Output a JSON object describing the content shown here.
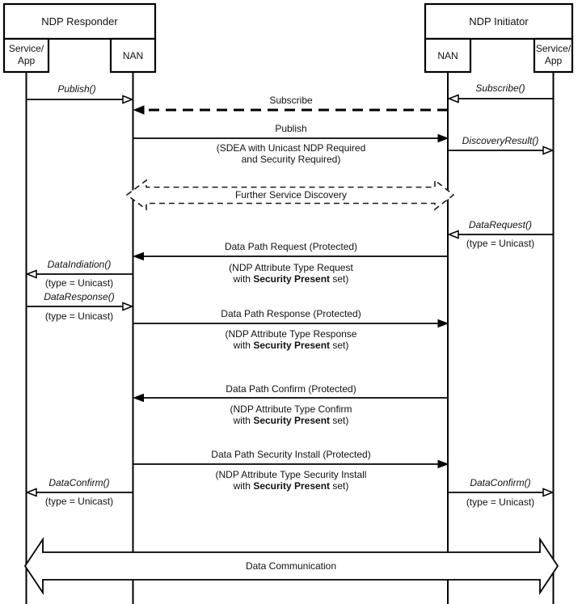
{
  "actors": {
    "responder": {
      "title": "NDP Responder",
      "service_app_line1": "Service/",
      "service_app_line2": "App",
      "nan": "NAN"
    },
    "initiator": {
      "title": "NDP Initiator",
      "service_app_line1": "Service/",
      "service_app_line2": "App",
      "nan": "NAN"
    }
  },
  "messages": {
    "publish_call": "Publish()",
    "subscribe_call": "Subscribe()",
    "subscribe_air": "Subscribe",
    "publish_air": "Publish",
    "publish_air_note1": "(SDEA with Unicast NDP Required",
    "publish_air_note2": "and Security Required)",
    "discovery_result": "DiscoveryResult()",
    "further_service_discovery": "Further Service Discovery",
    "data_request": "DataRequest()",
    "data_request_note": "(type = Unicast)",
    "dp_request": "Data Path Request (Protected)",
    "dp_request_note1": "(NDP Attribute Type Request",
    "dp_request_note2_pre": "with ",
    "dp_request_note2_bold": "Security Present",
    "dp_request_note2_post": " set)",
    "data_indication": "DataIndiation()",
    "data_indication_note": "(type = Unicast)",
    "data_response": "DataResponse()",
    "data_response_note": "(type = Unicast)",
    "dp_response": "Data Path Response (Protected)",
    "dp_response_note1": "(NDP Attribute Type Response",
    "dp_response_note2_pre": "with ",
    "dp_response_note2_bold": "Security Present",
    "dp_response_note2_post": " set)",
    "dp_confirm": "Data Path Confirm (Protected)",
    "dp_confirm_note1": "(NDP Attribute Type Confirm",
    "dp_confirm_note2_pre": "with ",
    "dp_confirm_note2_bold": "Security Present",
    "dp_confirm_note2_post": " set)",
    "dp_install": "Data Path Security Install (Protected)",
    "dp_install_note1": "(NDP Attribute Type Security Install",
    "dp_install_note2_pre": "with ",
    "dp_install_note2_bold": "Security Present",
    "dp_install_note2_post": " set)",
    "data_confirm_left": "DataConfirm()",
    "data_confirm_left_note": "(type = Unicast)",
    "data_confirm_right": "DataConfirm()",
    "data_confirm_right_note": "(type = Unicast)",
    "data_communication": "Data Communication"
  },
  "colors": {
    "line": "#000000",
    "background": "#ffffff",
    "text": "#111111"
  }
}
